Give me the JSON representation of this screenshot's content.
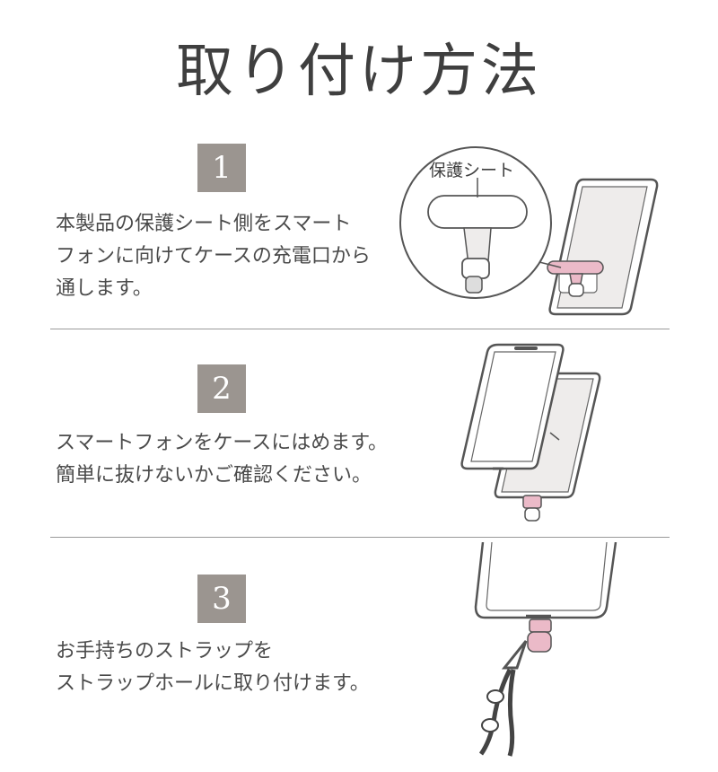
{
  "title": "取り付け方法",
  "steps": [
    {
      "number": "1",
      "lines": [
        "本製品の保護シート側をスマート",
        "フォンに向けてケースの充電口から",
        "通します。"
      ],
      "callout_label": "保護シート"
    },
    {
      "number": "2",
      "lines": [
        "スマートフォンをケースにはめます。",
        "簡単に抜けないかご確認ください。"
      ]
    },
    {
      "number": "3",
      "lines": [
        "お手持ちのストラップを",
        "ストラップホールに取り付けます。"
      ]
    }
  ],
  "colors": {
    "badge": "#9b9590",
    "pink_accent": "#e9b6c4",
    "outline": "#555555",
    "case_fill": "#f0eeec"
  },
  "icons": [
    "phone-case-illustration",
    "phone-illustration",
    "strap-tab-icon",
    "lanyard-illustration"
  ]
}
